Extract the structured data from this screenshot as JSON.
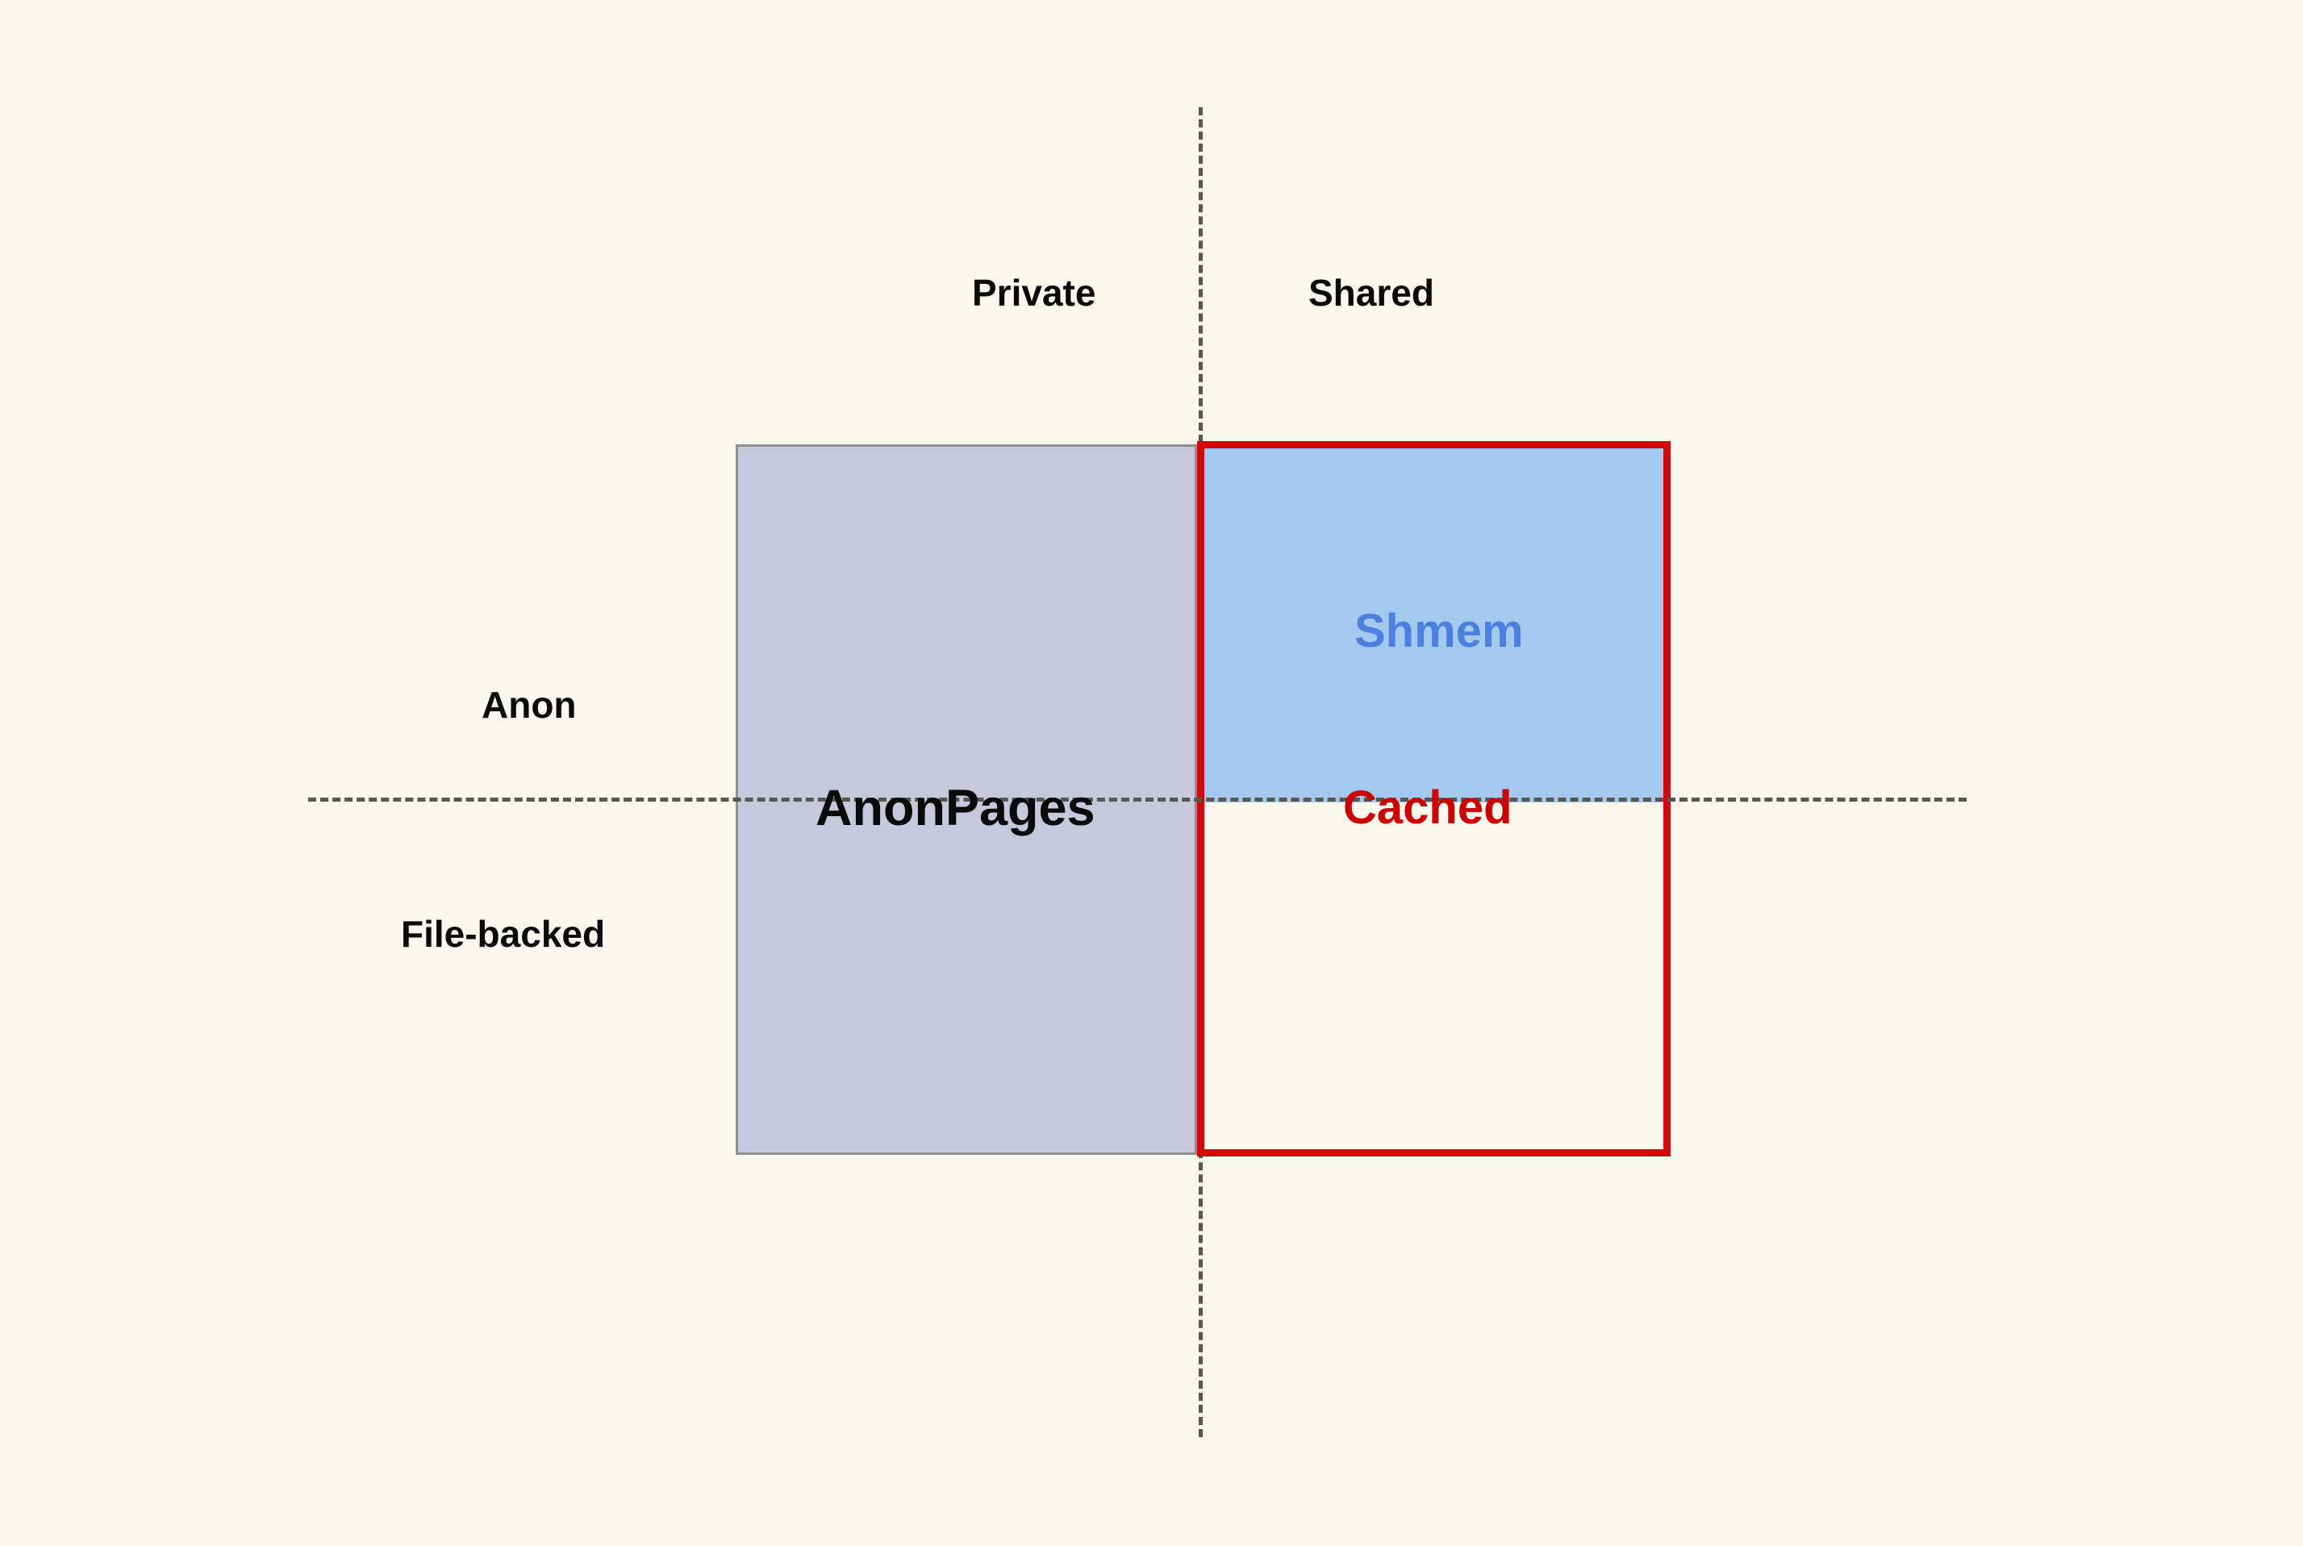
{
  "diagram": {
    "title": "Linux memory page classification quadrant",
    "background_color": "#faf7ec",
    "axes": {
      "horizontal_label_top": "Anon",
      "horizontal_label_bottom": "File-backed",
      "vertical_label_left": "Private",
      "vertical_label_right": "Shared"
    },
    "quadrant_labels": {
      "private": "Private",
      "shared": "Shared",
      "anon": "Anon",
      "file_backed": "File-backed"
    },
    "regions": [
      {
        "key": "anonpages",
        "label": "AnonPages",
        "fill_color": "#c8c8dc",
        "border_color": "#8f8f8f",
        "text_color": "#0a0a0a",
        "spans": "Private + Shared (left half), Anon + File-backed"
      },
      {
        "key": "shmem",
        "label": "Shmem",
        "fill_color": "#a4c8ef",
        "border_color": "none",
        "text_color": "#4a80e0",
        "spans": "Shared, Anon"
      },
      {
        "key": "cached",
        "label": "Cached",
        "fill_color": "transparent",
        "border_color": "#d00a0a",
        "text_color": "#cc0000",
        "spans": "Shared, Anon + File-backed"
      }
    ],
    "divider_color": "#57564f",
    "divider_style": "dashed"
  }
}
